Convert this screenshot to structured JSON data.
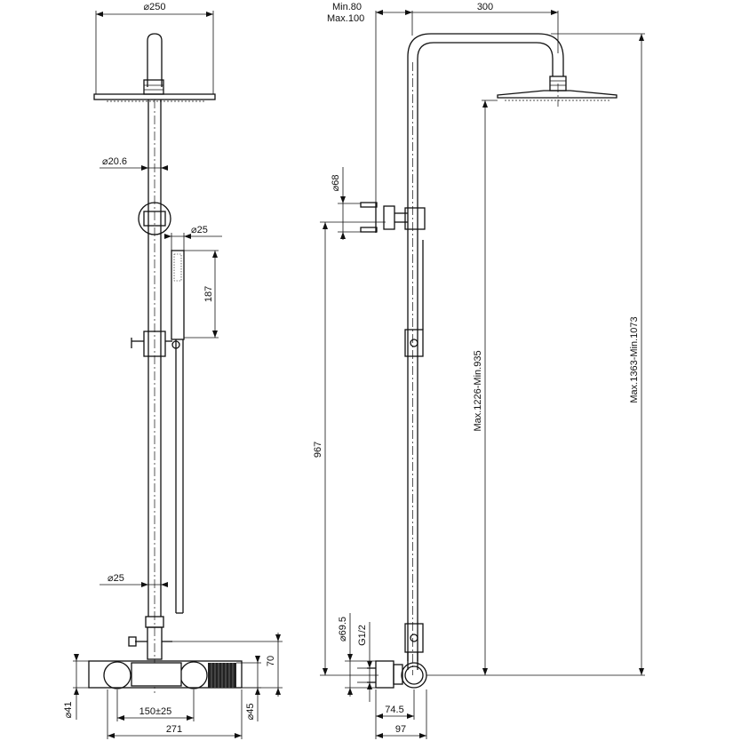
{
  "front_view": {
    "head_diameter": "⌀250",
    "arm_diameter": "⌀20.6",
    "hand_shower_diameter": "⌀25",
    "hand_shower_length": "187",
    "riser_diameter": "⌀25",
    "valve_height": "70",
    "valve_body_diameter": "⌀41",
    "knob_diameter": "⌀45",
    "inlet_spacing": "150±25",
    "valve_width": "271"
  },
  "side_view": {
    "wall_offset": "Min.80\nMax.100",
    "arm_reach": "300",
    "bracket_diameter": "⌀68",
    "valve_to_bracket": "967",
    "outlet_height": "Max.1226-Min.935",
    "overall_height": "Max.1363-Min.1073",
    "flange_diameter": "⌀69.5",
    "thread": "G1/2",
    "outlet_projection": "74.5",
    "valve_depth": "97"
  }
}
